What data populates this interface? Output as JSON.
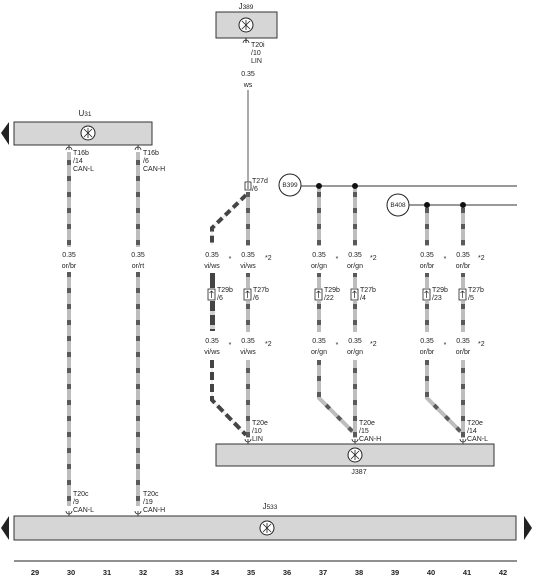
{
  "components": {
    "j389": {
      "name": "J",
      "sub": "389",
      "pin": [
        "T20i",
        "/10",
        "LIN"
      ]
    },
    "u31": {
      "name": "U",
      "sub": "31"
    },
    "j533": {
      "name": "J",
      "sub": "533"
    },
    "j387": {
      "name": "J387"
    }
  },
  "splices": {
    "b399": "B399",
    "b408": "B408"
  },
  "wires": [
    {
      "id": "lin-top",
      "size": "0.35",
      "color": "ws"
    },
    {
      "id": "w30",
      "top_pin": [
        "T16b",
        "/14",
        "CAN-L"
      ],
      "size": "0.35",
      "color": "or/br",
      "bot_pin": [
        "T20c",
        "/9",
        "CAN-L"
      ]
    },
    {
      "id": "w32",
      "top_pin": [
        "T16b",
        "/6",
        "CAN-H"
      ],
      "size": "0.35",
      "color": "or/rt",
      "bot_pin": [
        "T20c",
        "/19",
        "CAN-H"
      ]
    },
    {
      "id": "w34",
      "size1": "0.35",
      "color1": "vi/ws",
      "conn": "T29b",
      "conn_pin": "/6",
      "size2": "0.35",
      "color2": "vi/ws"
    },
    {
      "id": "w35",
      "top_pin": [
        "T27d",
        "/6"
      ],
      "size1": "0.35",
      "color1": "vi/ws",
      "conn": "T27b",
      "conn_pin": "/6",
      "size2": "0.35",
      "color2": "vi/ws",
      "bot_pin": [
        "T20e",
        "/10",
        "LIN"
      ]
    },
    {
      "id": "w37",
      "size1": "0.35",
      "color1": "or/gn",
      "conn": "T29b",
      "conn_pin": "/22",
      "size2": "0.35",
      "color2": "or/gn"
    },
    {
      "id": "w38",
      "size1": "0.35",
      "color1": "or/gn",
      "conn": "T27b",
      "conn_pin": "/4",
      "size2": "0.35",
      "color2": "or/gn",
      "bot_pin": [
        "T20e",
        "/15",
        "CAN-H"
      ]
    },
    {
      "id": "w40",
      "size1": "0.35",
      "color1": "or/br",
      "conn": "T29b",
      "conn_pin": "/23",
      "size2": "0.35",
      "color2": "or/br"
    },
    {
      "id": "w41",
      "size1": "0.35",
      "color1": "or/br",
      "conn": "T27b",
      "conn_pin": "/5",
      "size2": "0.35",
      "color2": "or/br",
      "bot_pin": [
        "T20e",
        "/14",
        "CAN-L"
      ]
    }
  ],
  "notes": {
    "star": "*",
    "ref": "*2"
  },
  "axis": [
    "29",
    "30",
    "31",
    "32",
    "33",
    "34",
    "35",
    "36",
    "37",
    "38",
    "39",
    "40",
    "41",
    "42"
  ],
  "colors": {
    "box": "#d6d6d6",
    "stroke": "#333333",
    "wire_light": "#b3b3b3",
    "wire_dark": "#444444"
  }
}
